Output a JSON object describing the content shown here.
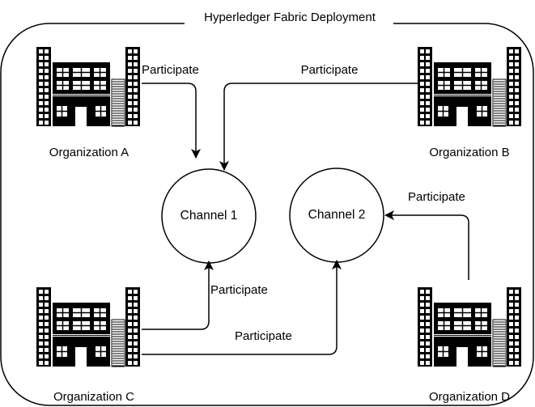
{
  "deployment": {
    "title": "Hyperledger Fabric Deployment"
  },
  "organizations": [
    {
      "id": "a",
      "name": "Organization A"
    },
    {
      "id": "b",
      "name": "Organization B"
    },
    {
      "id": "c",
      "name": "Organization C"
    },
    {
      "id": "d",
      "name": "Organization D"
    }
  ],
  "channels": [
    {
      "id": "1",
      "name": "Channel 1"
    },
    {
      "id": "2",
      "name": "Channel 2"
    }
  ],
  "connections": [
    {
      "from": "Organization A",
      "to": "Channel 1",
      "label": "Participate"
    },
    {
      "from": "Organization B",
      "to": "Channel 1",
      "label": "Participate"
    },
    {
      "from": "Organization C",
      "to": "Channel 1",
      "label": "Participate"
    },
    {
      "from": "Organization C",
      "to": "Channel 2",
      "label": "Participate"
    },
    {
      "from": "Organization D",
      "to": "Channel 2",
      "label": "Participate"
    }
  ],
  "icons": {
    "organization": "office-building-icon"
  }
}
